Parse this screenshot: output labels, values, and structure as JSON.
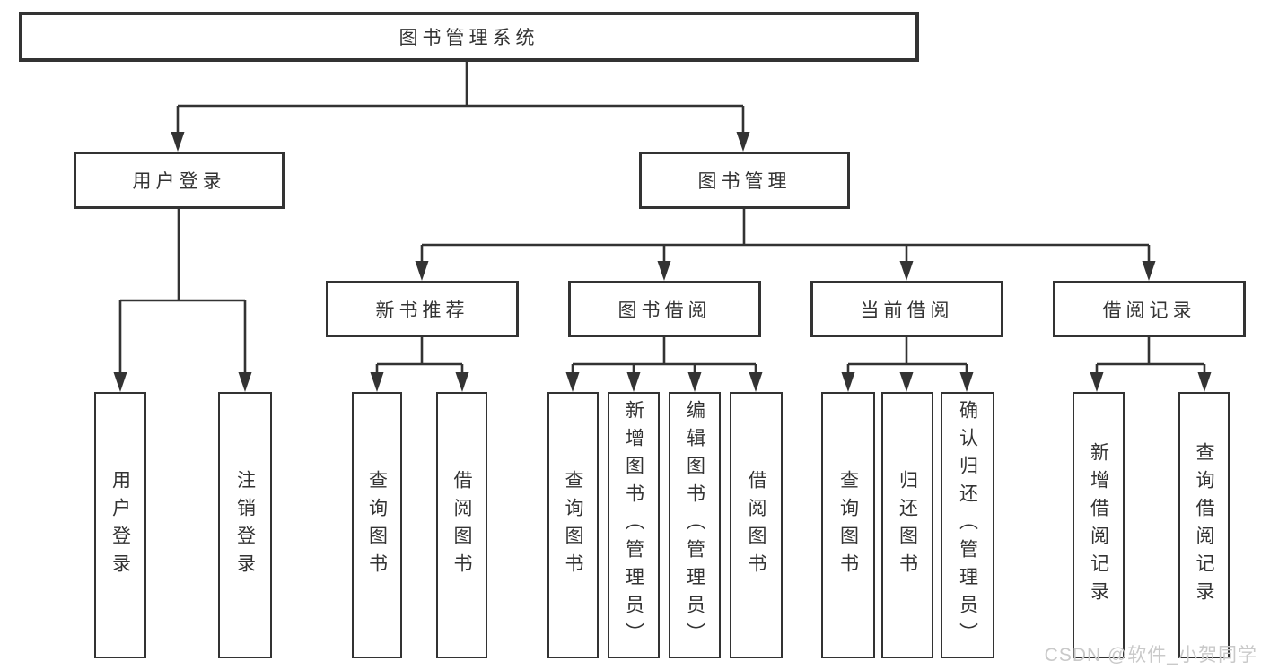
{
  "colors": {
    "line": "#333333",
    "text": "#333333",
    "watermark": "#c9c9c9",
    "background": "#ffffff"
  },
  "watermark": "CSDN @软件_小贺同学",
  "tree": {
    "label": "图书管理系统",
    "children": [
      {
        "label": "用户登录",
        "children": [
          {
            "label": "用户登录"
          },
          {
            "label": "注销登录"
          }
        ]
      },
      {
        "label": "图书管理",
        "children": [
          {
            "label": "新书推荐",
            "children": [
              {
                "label": "查询图书"
              },
              {
                "label": "借阅图书"
              }
            ]
          },
          {
            "label": "图书借阅",
            "children": [
              {
                "label": "查询图书"
              },
              {
                "label": "新增图书（管理员）"
              },
              {
                "label": "编辑图书（管理员）"
              },
              {
                "label": "借阅图书"
              }
            ]
          },
          {
            "label": "当前借阅",
            "children": [
              {
                "label": "查询图书"
              },
              {
                "label": "归还图书"
              },
              {
                "label": "确认归还（管理员）"
              }
            ]
          },
          {
            "label": "借阅记录",
            "children": [
              {
                "label": "新增借阅记录"
              },
              {
                "label": "查询借阅记录"
              }
            ]
          }
        ]
      }
    ]
  }
}
